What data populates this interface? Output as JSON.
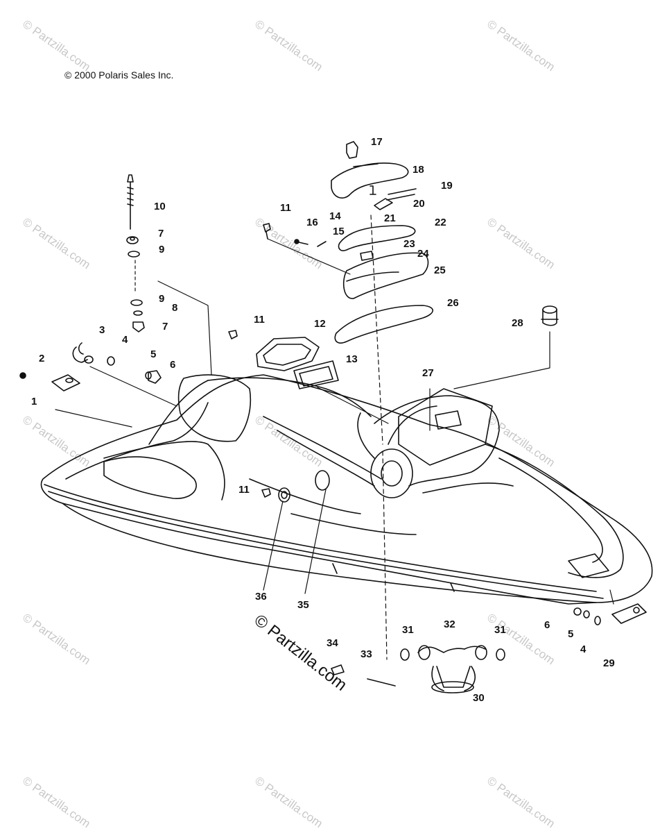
{
  "copyright": "© 2000 Polaris Sales Inc.",
  "watermark": "© Partzilla.com",
  "callouts": [
    "1",
    "2",
    "3",
    "4",
    "5",
    "6",
    "7",
    "8",
    "9",
    "10",
    "11",
    "12",
    "13",
    "14",
    "15",
    "16",
    "17",
    "18",
    "19",
    "20",
    "21",
    "22",
    "23",
    "24",
    "25",
    "26",
    "27",
    "28",
    "29",
    "30",
    "31",
    "32",
    "33",
    "34",
    "35",
    "36"
  ],
  "colors": {
    "line": "#111111",
    "watermark": "#c8c8c8"
  }
}
